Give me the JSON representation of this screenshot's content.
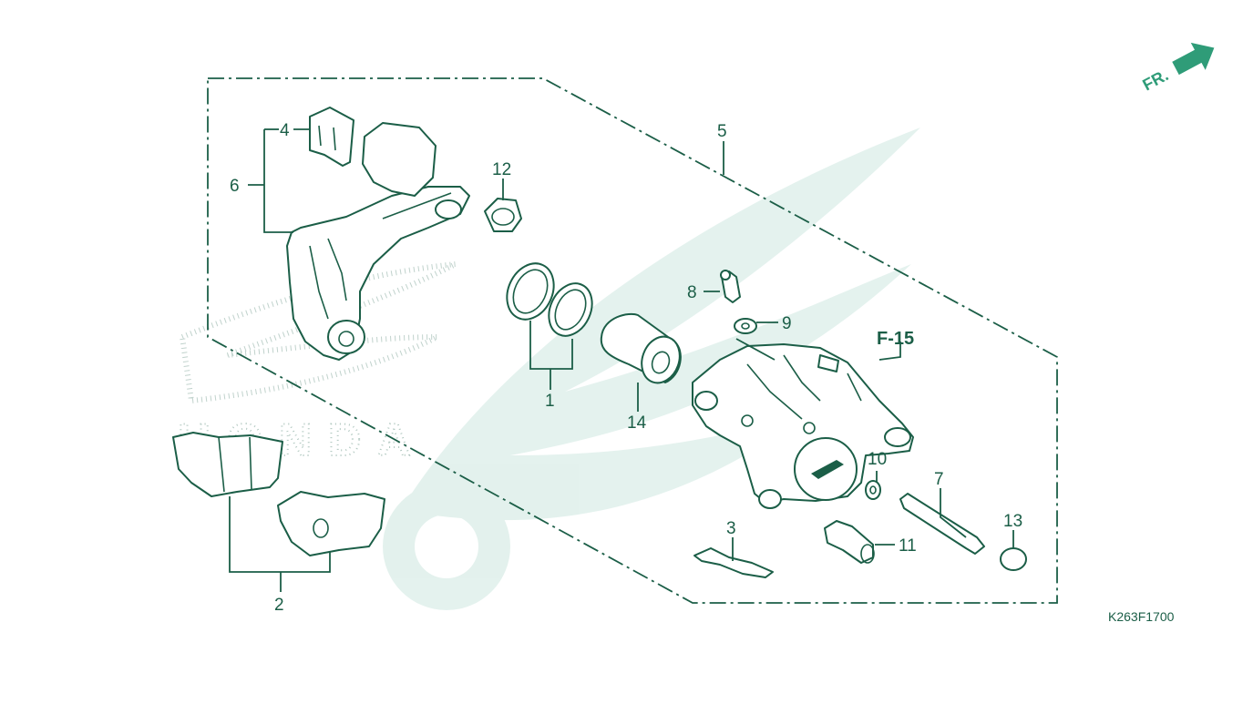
{
  "diagram": {
    "direction_label": "FR.",
    "reference_label": "F-15",
    "diagram_code": "K263F1700",
    "watermark_text": "HONDA",
    "accent_color": "#1b5e47",
    "watermark_color": "#2f9c78",
    "callouts": {
      "c1": "1",
      "c2": "2",
      "c3": "3",
      "c4": "4",
      "c5": "5",
      "c6": "6",
      "c7": "7",
      "c8": "8",
      "c9": "9",
      "c10": "10",
      "c11": "11",
      "c12": "12",
      "c13": "13",
      "c14": "14"
    }
  }
}
